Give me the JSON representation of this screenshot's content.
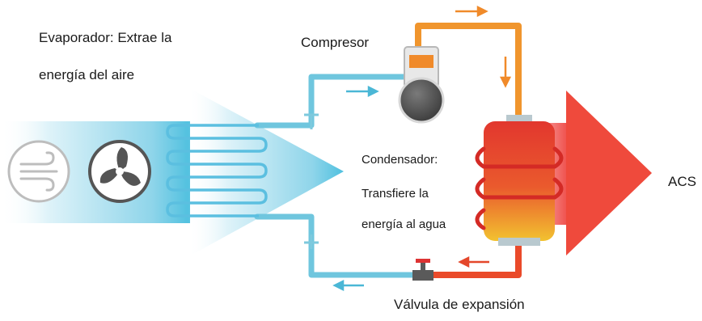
{
  "labels": {
    "evaporator_line1": "Evaporador: Extrae la",
    "evaporator_line2": "energía del aire",
    "compressor": "Compresor",
    "condenser_line1": "Condensador:",
    "condenser_line2": "Transfiere la",
    "condenser_line3": "energía al agua",
    "acs": "ACS",
    "expansion_valve": "Válvula de expansión"
  },
  "icons": [
    "wind-icon",
    "fan-icon"
  ],
  "colors": {
    "cold_pipe": "#6fc6de",
    "hot_pipe": "#f0952d",
    "return_pipe": "#ea4a2a",
    "flow_arrow_cold": "#4bb7d6",
    "flow_arrow_hot": "#f08a2a",
    "flow_arrow_return": "#e4472b",
    "air_out_warm": "#f04638",
    "air_in_cold": "#9fdcec",
    "tank_top": "#e8392f",
    "tank_bottom": "#f2c230"
  }
}
